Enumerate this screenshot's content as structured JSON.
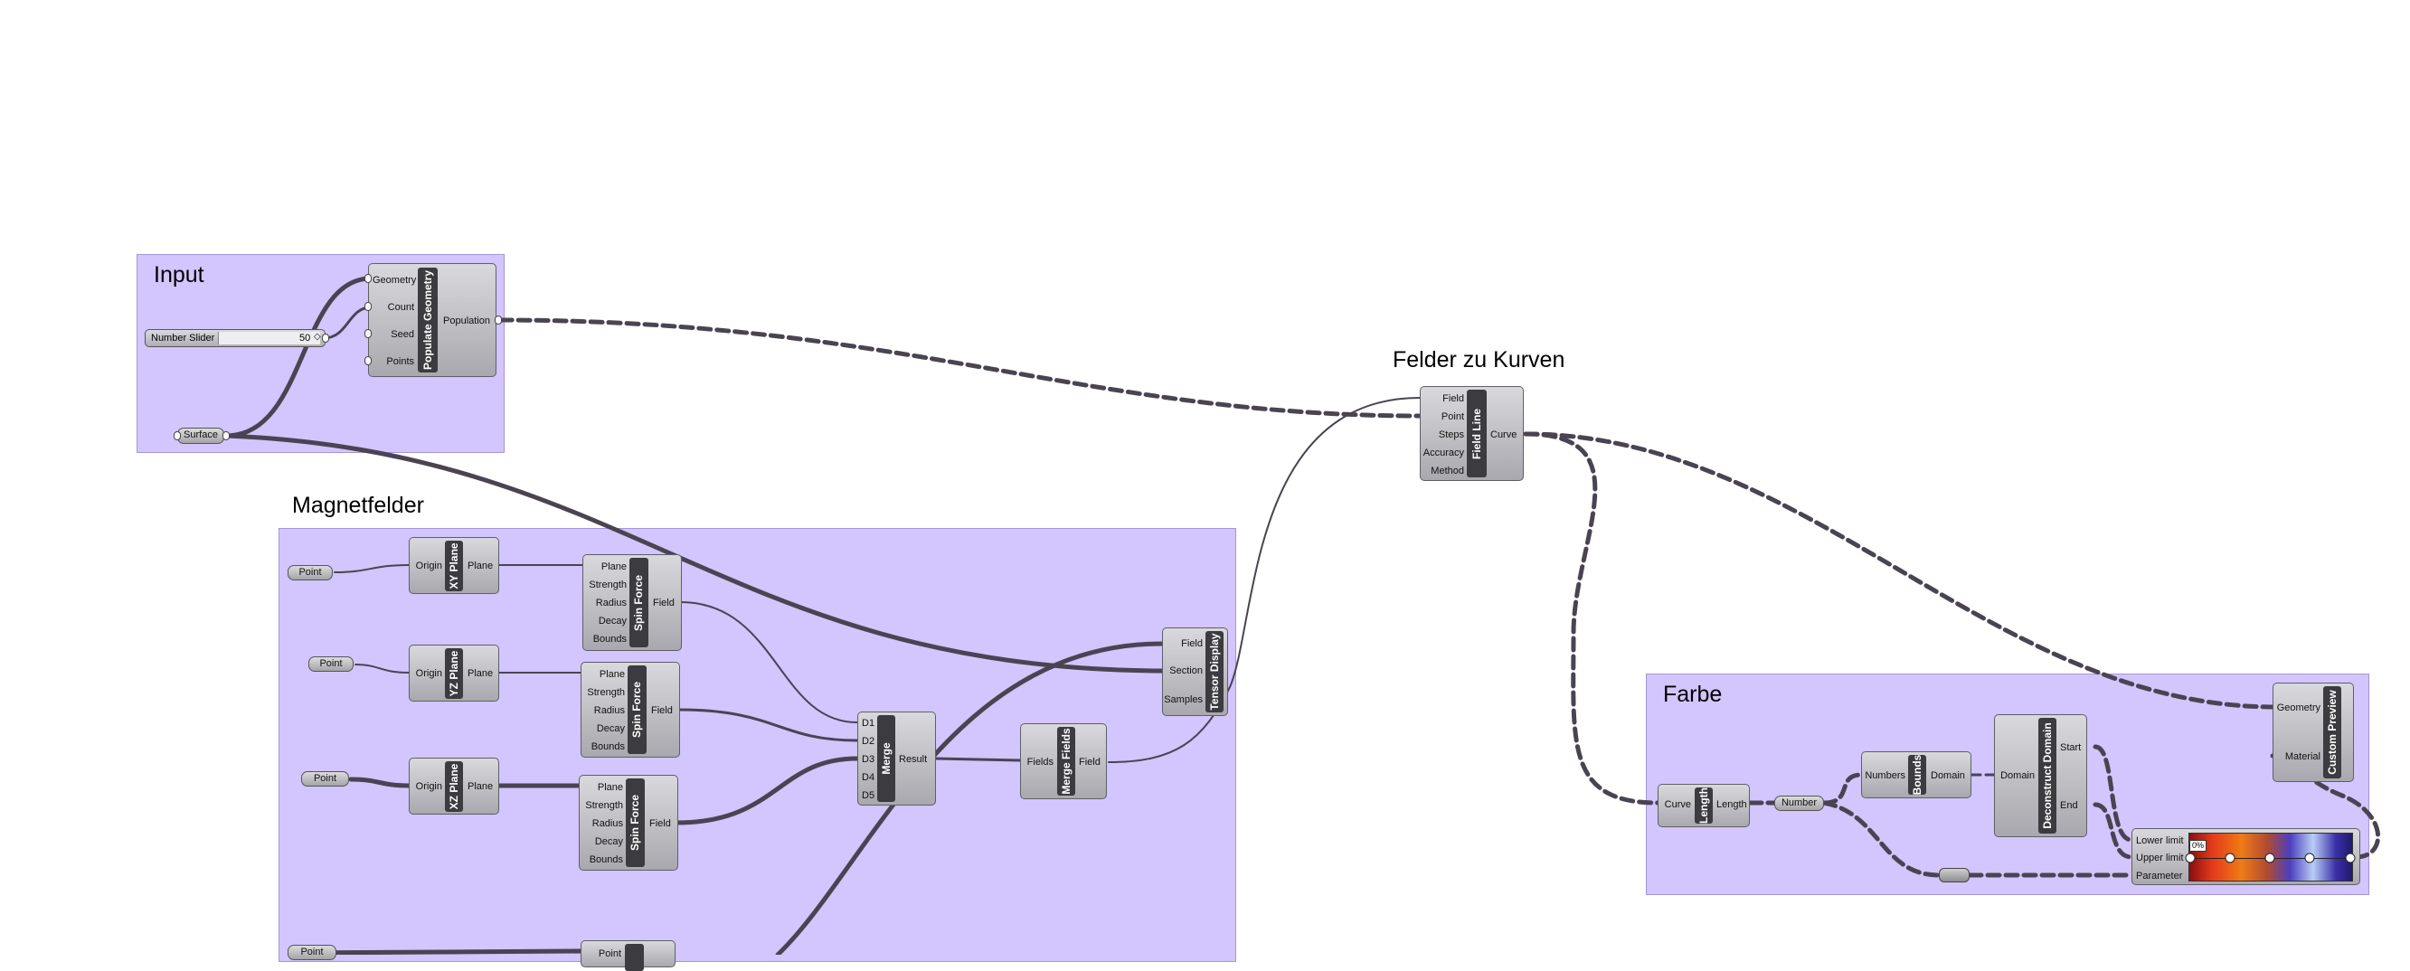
{
  "groups": {
    "input": "Input",
    "magnetfelder": "Magnetfelder",
    "felder": "Felder zu Kurven",
    "farbe": "Farbe"
  },
  "slider": {
    "label": "Number Slider",
    "value": "50",
    "marker": "◇"
  },
  "params": {
    "surface": "Surface",
    "point": "Point",
    "number": "Number"
  },
  "components": {
    "populate": {
      "name": "Populate Geometry",
      "inputs": [
        "Geometry",
        "Count",
        "Seed",
        "Points"
      ],
      "output": "Population"
    },
    "xy_plane": {
      "name": "XY Plane",
      "input": "Origin",
      "output": "Plane"
    },
    "yz_plane": {
      "name": "YZ Plane",
      "input": "Origin",
      "output": "Plane"
    },
    "xz_plane": {
      "name": "XZ Plane",
      "input": "Origin",
      "output": "Plane"
    },
    "spin_force": {
      "name": "Spin Force",
      "inputs": [
        "Plane",
        "Strength",
        "Radius",
        "Decay",
        "Bounds"
      ],
      "output": "Field"
    },
    "point_charge": {
      "input": "Point"
    },
    "merge": {
      "name": "Merge",
      "inputs": [
        "D1",
        "D2",
        "D3",
        "D4",
        "D5"
      ],
      "output": "Result"
    },
    "merge_fields": {
      "name": "Merge Fields",
      "input": "Fields",
      "output": "Field"
    },
    "tensor_display": {
      "name": "Tensor Display",
      "inputs": [
        "Field",
        "Section",
        "Samples"
      ]
    },
    "field_line": {
      "name": "Field Line",
      "inputs": [
        "Field",
        "Point",
        "Steps",
        "Accuracy",
        "Method"
      ],
      "output": "Curve"
    },
    "length": {
      "name": "Length",
      "input": "Curve",
      "output": "Length"
    },
    "bounds": {
      "name": "Bounds",
      "input": "Numbers",
      "output": "Domain"
    },
    "deconstruct_domain": {
      "name": "Deconstruct Domain",
      "input": "Domain",
      "outputs": [
        "Start",
        "End"
      ]
    },
    "custom_preview": {
      "name": "Custom Preview",
      "inputs": [
        "Geometry",
        "Material"
      ]
    },
    "gradient": {
      "inputs": [
        "Lower limit",
        "Upper limit",
        "Parameter"
      ],
      "badge": "0%"
    }
  },
  "colors": {
    "group_fill": "#d3c5fd",
    "wire": "#4a4452"
  }
}
